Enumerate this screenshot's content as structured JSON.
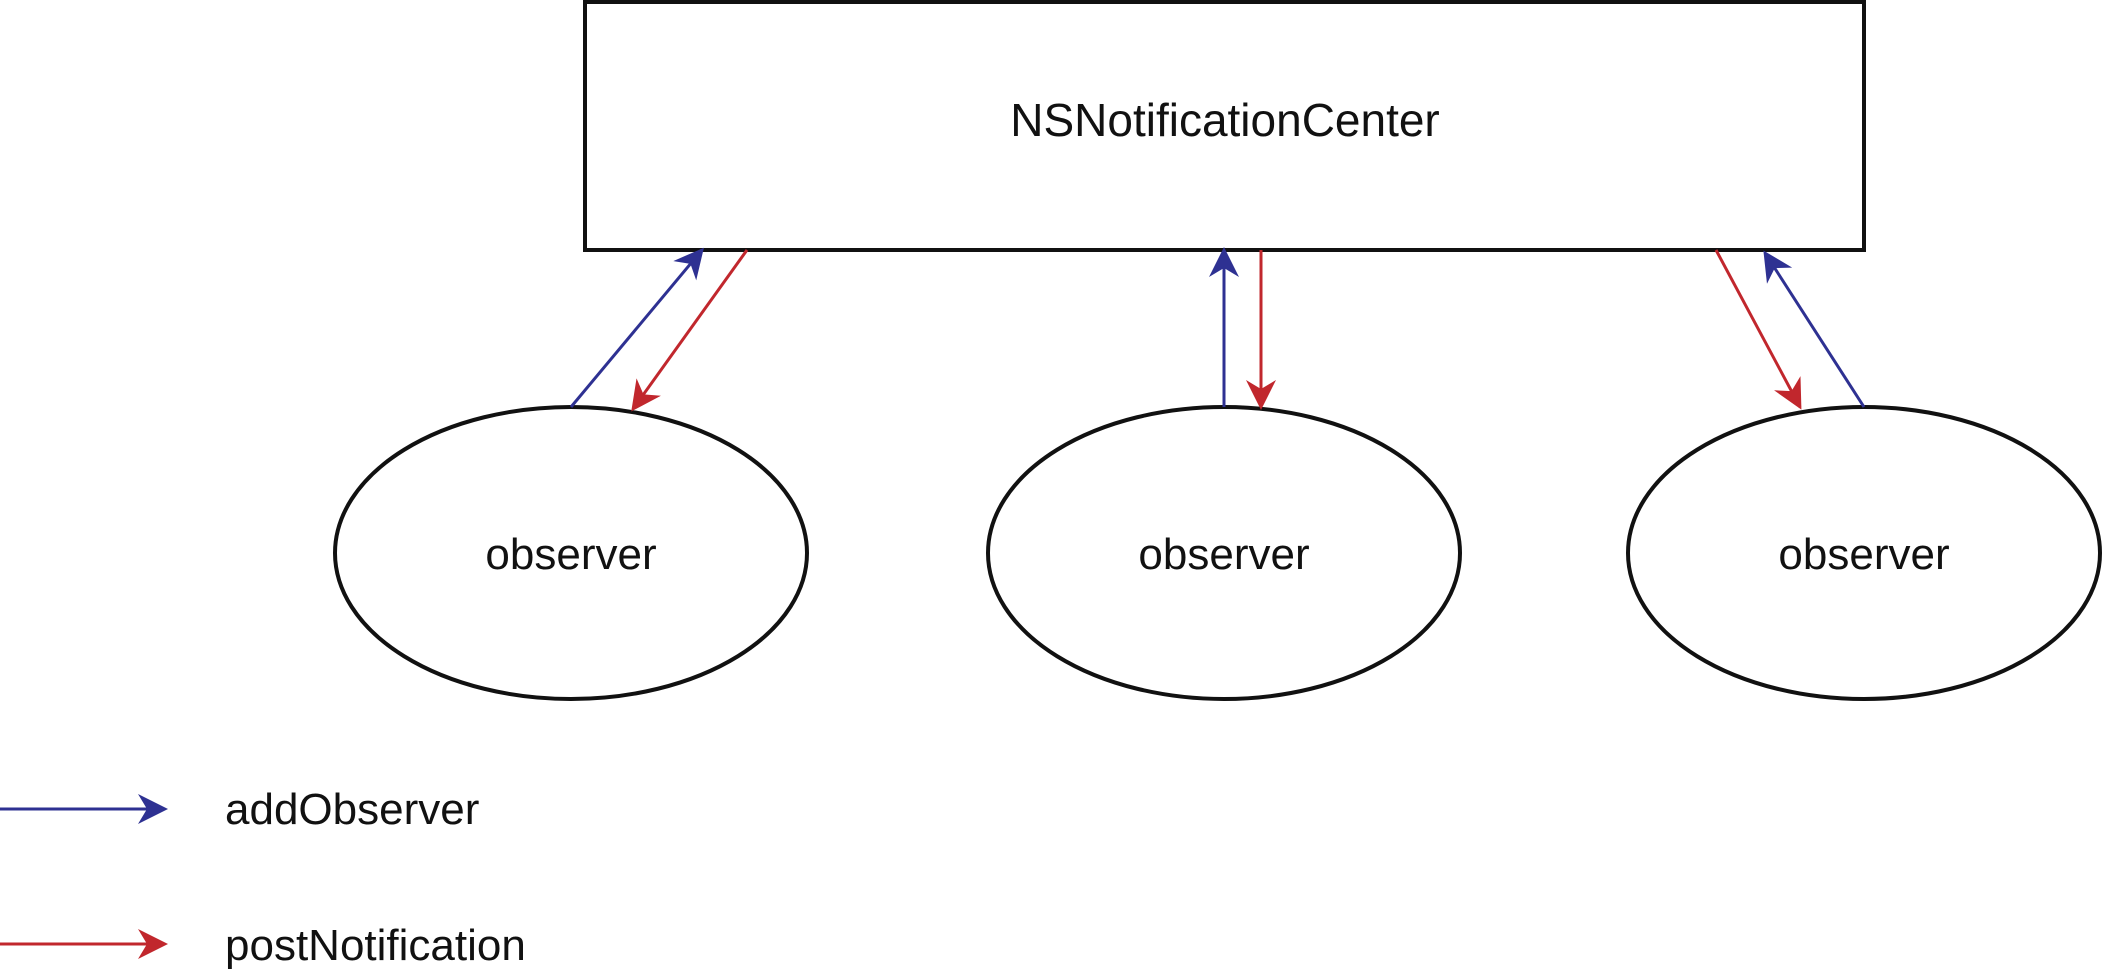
{
  "center": {
    "label": "NSNotificationCenter"
  },
  "observers": [
    {
      "label": "observer"
    },
    {
      "label": "observer"
    },
    {
      "label": "observer"
    }
  ],
  "legend": {
    "add": {
      "label": "addObserver",
      "color": "#2E3192"
    },
    "post": {
      "label": "postNotification",
      "color": "#C1272D"
    }
  },
  "colors": {
    "outline": "#111111",
    "add_arrow": "#2E3192",
    "post_arrow": "#C1272D"
  }
}
